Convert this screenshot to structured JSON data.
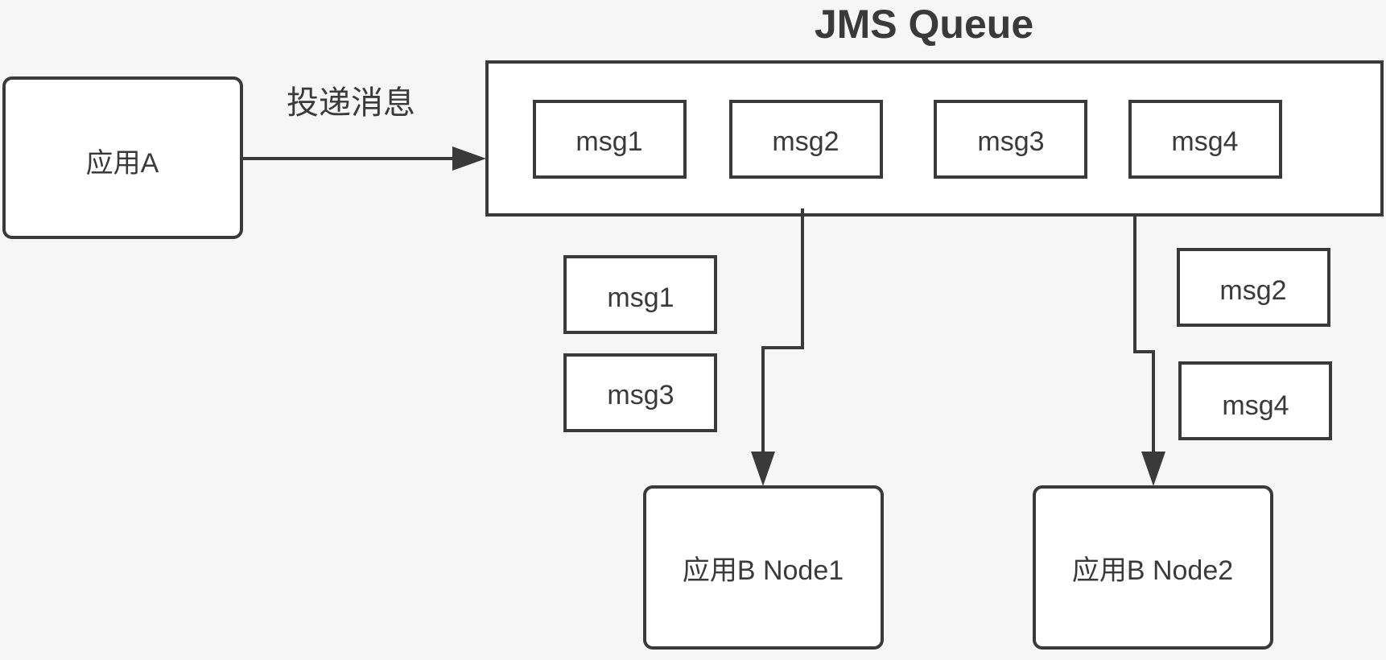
{
  "diagram": {
    "title": "JMS Queue",
    "producer": {
      "label": "应用A"
    },
    "deliver_edge": {
      "label": "投递消息"
    },
    "queue": {
      "messages": [
        "msg1",
        "msg2",
        "msg3",
        "msg4"
      ]
    },
    "consumers": [
      {
        "label": "应用B Node1",
        "messages": [
          "msg1",
          "msg3"
        ]
      },
      {
        "label": "应用B Node2",
        "messages": [
          "msg2",
          "msg4"
        ]
      }
    ]
  }
}
